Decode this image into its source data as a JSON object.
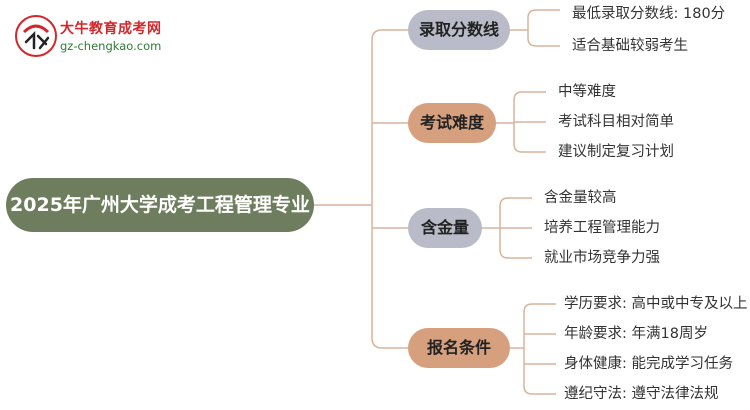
{
  "logo": {
    "title": "大牛教育成考网",
    "url": "gz-chengkao.com"
  },
  "root": {
    "label": "2025年广州大学成考工程管理专业"
  },
  "branches": [
    {
      "label": "录取分数线",
      "items": [
        "最低录取分数线: 180分",
        "适合基础较弱考生"
      ]
    },
    {
      "label": "考试难度",
      "items": [
        "中等难度",
        "考试科目相对简单",
        "建议制定复习计划"
      ]
    },
    {
      "label": "含金量",
      "items": [
        "含金量较高",
        "培养工程管理能力",
        "就业市场竞争力强"
      ]
    },
    {
      "label": "报名条件",
      "items": [
        "学历要求: 高中或中专及以上",
        "年龄要求: 年满18周岁",
        "身体健康: 能完成学习任务",
        "遵纪守法: 遵守法律法规"
      ]
    }
  ],
  "colors": {
    "root_bg": "#6e7d5d",
    "branch_gray": "#b9bcc8",
    "branch_tan": "#d6a07f",
    "connector": "#d9b49a",
    "logo_red": "#d2272b",
    "logo_green": "#2c7d34"
  },
  "icons": {
    "logo": "daniu-logo-icon"
  }
}
